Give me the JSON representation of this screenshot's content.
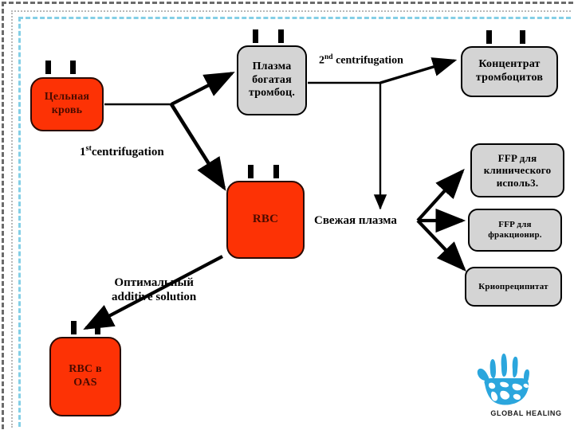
{
  "slide": {
    "title": "Blood component separation flow diagram",
    "background": "#ffffff",
    "colors": {
      "bag_fill": "#fd3205",
      "bag_text": "#4a0b00",
      "gray_fill": "#d4d4d4",
      "outline": "#000000",
      "border_outer": "#6b6b6b",
      "border_mid": "#b8b8b8",
      "border_inner": "#84cfe6",
      "logo_blue": "#2ba6dd"
    }
  },
  "nodes": {
    "whole_blood": {
      "label": "Цельная\nкровь",
      "kind": "blood-bag"
    },
    "platelet_rich_plasma": {
      "label": "Плазма\nбогатая\nтромбоц.",
      "kind": "plasma-bag"
    },
    "platelet_concentrate": {
      "label": "Концентрат\nтромбоцитов",
      "kind": "plasma-bag"
    },
    "rbc": {
      "label": "RBC",
      "kind": "blood-bag"
    },
    "rbc_in_oas": {
      "label": "RBC  в\nOAS",
      "kind": "blood-bag"
    },
    "ffp_clinical": {
      "label": "FFP для\nклинического\nисполь3.",
      "kind": "gray-box"
    },
    "ffp_fractionation": {
      "label": "FFP для\nфракционир.",
      "kind": "gray-box"
    },
    "cryoprecipitate": {
      "label": "Криопреципитат",
      "kind": "gray-box"
    }
  },
  "labels": {
    "first_centrifugation": {
      "prefix": "1",
      "sup": "st",
      "suffix": "centrifugation"
    },
    "second_centrifugation": {
      "prefix": "2",
      "sup": "nd",
      "suffix": " centrifugation"
    },
    "optimal_additive_solution": "Оптимальный\nadditive solution",
    "fresh_plasma": "Свежая плазма"
  },
  "logo": {
    "text": "GLOBAL HEALING",
    "icon": "handprint-globe-icon"
  }
}
